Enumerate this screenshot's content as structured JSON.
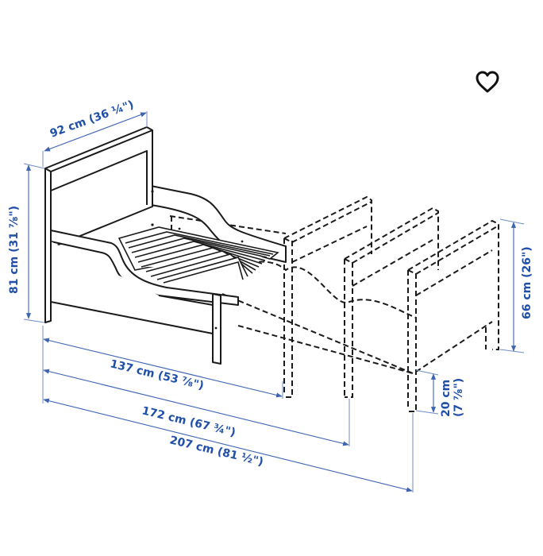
{
  "diagram": {
    "subject": "Extendable bed frame with slatted bed base",
    "colors": {
      "dimension_text": "#1f4fa8",
      "dimension_line": "#3d63b3",
      "outline": "#1a1a1a",
      "background": "#ffffff"
    },
    "dimensions": {
      "width": "92 cm (36 ¼\")",
      "height": "81 cm (31 ⅞\")",
      "footboard_height": "66 cm (26\")",
      "clearance_line1": "20 cm",
      "clearance_line2": "(7 ⅞\")",
      "length_min": "137 cm (53 ⅞\")",
      "length_mid": "172 cm (67 ¾\")",
      "length_max": "207 cm (81 ½\")"
    }
  },
  "actions": {
    "favorite_icon": "heart-outline"
  }
}
